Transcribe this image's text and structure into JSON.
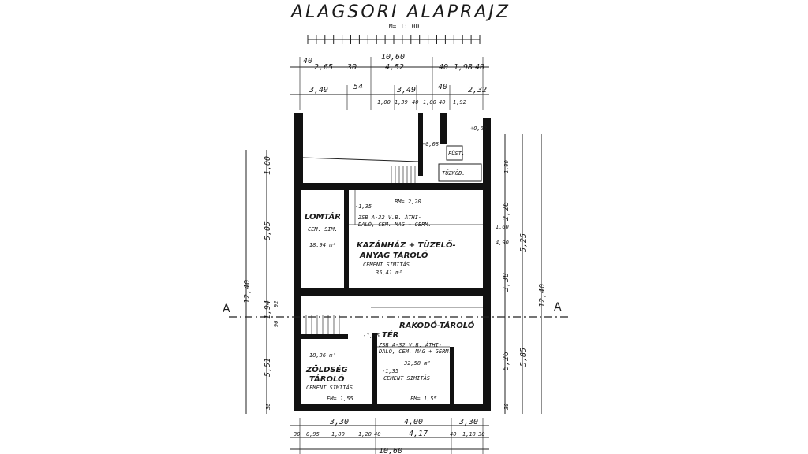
{
  "title": "ALAGSORI  ALAPRAJZ",
  "scale": "M= 1:100",
  "section_mark": "A",
  "top_dims": {
    "overall": "10,60",
    "row1": [
      "40",
      "2,65",
      "30",
      "4,52",
      "40",
      "1,98",
      "40"
    ],
    "row2": [
      "3,49",
      "54",
      "3,49",
      "40",
      "2,32"
    ],
    "row3": [
      "1,00",
      "1,39",
      "40",
      "1,00",
      "40",
      "1,92"
    ]
  },
  "bottom_dims": {
    "row1": [
      "3,30",
      "4,00",
      "3,30"
    ],
    "row2": [
      "30",
      "0,95",
      "1,80",
      "1,20",
      "40",
      "4,17",
      "40",
      "1,18",
      "30"
    ],
    "overall": "10,60"
  },
  "left_dims": [
    "1,00",
    "5,05",
    "12,40",
    "1,94",
    "92",
    "96",
    "5,51",
    "30"
  ],
  "right_dims": [
    "1,00",
    "2,26",
    "5,25",
    "3,38",
    "12,40",
    "1,60",
    "4,90",
    "5,26",
    "5,85",
    "30"
  ],
  "rooms": [
    {
      "name": "LOMTÁR",
      "finish": "CEM. SIM.",
      "area": "18,94 m²"
    },
    {
      "name": "KAZÁNHÁZ + TÜZELŐ-",
      "name2": "ANYAG TÁROLÓ",
      "finish": "CEMENT SIMITÁS",
      "area": "35,41 m²"
    },
    {
      "name": "RAKODÓ-TÁROLÓ",
      "name2": "TÉR",
      "finish": "CEMENT SIMITÁS",
      "area": "32,58 m²"
    },
    {
      "name": "ZÖLDSÉG",
      "name2": "TÁROLÓ",
      "finish": "CEMENT SIMITÁS",
      "area": "18,36 m²"
    }
  ],
  "notes": {
    "slab1a": "ZSB A-32 V.B. ÁTHI-",
    "slab1b": "DALÓ, CEM. MAG + GERM.",
    "slab2a": "ZSB A-32 V.B. ÁTHI-",
    "slab2b": "DALÓ, CEM. MAG + GERM.",
    "height": "BM= 2,20",
    "level1": "-1,35",
    "level2": "-1,35",
    "level3": "-1,35",
    "fm1": "FM= 1,55",
    "fm2": "FM= 1,55",
    "tuzkod": "TŰZKŐD.",
    "vent": "FÜST.",
    "plus": "+0,63",
    "lvl_stair": "-0,08"
  }
}
